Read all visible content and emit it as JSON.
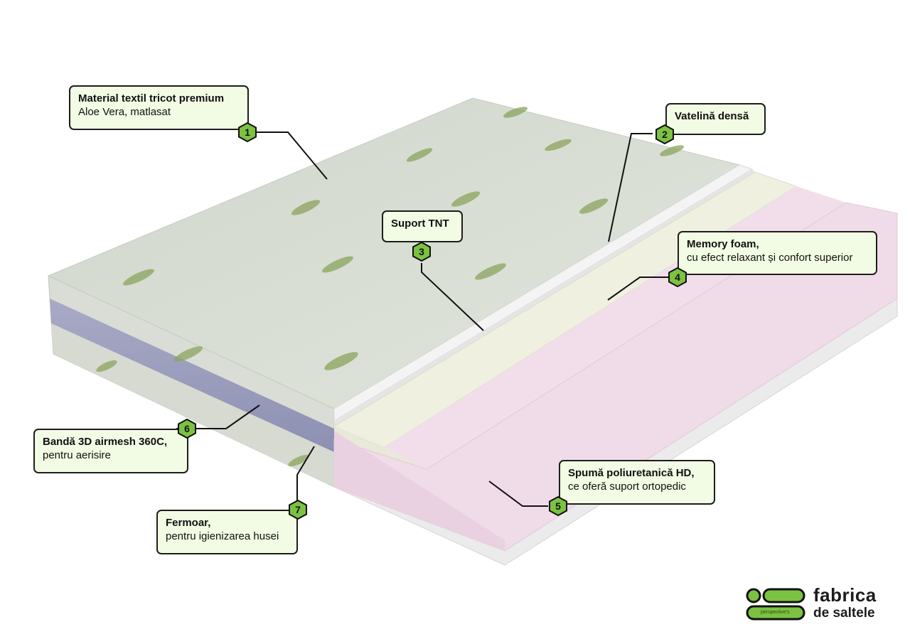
{
  "colors": {
    "callout_bg": "#f2fbe3",
    "badge_green": "#7cc242",
    "cover_green_gray": "#d3d9cf",
    "memory_foam": "#f0f1e1",
    "hd_foam": "#f0dbe9",
    "airmesh": "#9ea0c0"
  },
  "callouts": [
    {
      "num": "1",
      "title": "Material textil tricot premium",
      "sub": "Aloe Vera, matlasat"
    },
    {
      "num": "2",
      "title": "Vatelină densă",
      "sub": ""
    },
    {
      "num": "3",
      "title": "Suport TNT",
      "sub": ""
    },
    {
      "num": "4",
      "title": "Memory foam,",
      "sub": "cu efect relaxant și confort superior"
    },
    {
      "num": "5",
      "title": "Spumă poliuretanică HD,",
      "sub": "ce oferă suport ortopedic"
    },
    {
      "num": "6",
      "title": "Bandă 3D airmesh 360C,",
      "sub": "pentru aerisire"
    },
    {
      "num": "7",
      "title": "Fermoar,",
      "sub": "pentru igienizarea husei"
    }
  ],
  "logo": {
    "line1": "fabrica",
    "line2": "de saltele",
    "tagline": "perspective's"
  }
}
